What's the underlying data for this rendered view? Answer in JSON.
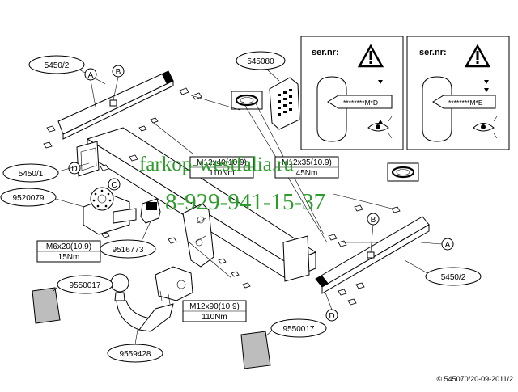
{
  "parts": {
    "p545080": "545080",
    "p5450_2_top": "5450/2",
    "p5450_1": "5450/1",
    "p9520079": "9520079",
    "p9516773": "9516773",
    "p9550017_left": "9550017",
    "p9559428": "9559428",
    "p9550017_right": "9550017",
    "p5450_2_right": "5450/2"
  },
  "letters": {
    "a_top": "A",
    "b_top": "B",
    "c": "C",
    "d_left": "D",
    "b_right": "B",
    "a_right": "A",
    "d_right": "D"
  },
  "bolts": {
    "m12x40": "M12x40(10.9)",
    "m12x40_torque": "110Nm",
    "m12x35": "M12x35(10.9)",
    "m12x35_torque": "45Nm",
    "m6x20": "M6x20(10.9)",
    "m6x20_torque": "15Nm",
    "m12x90": "M12x90(10.9)",
    "m12x90_torque": "110Nm"
  },
  "sernr": {
    "left_title": "ser.nr:",
    "left_code": "********M*D",
    "right_title": "ser.nr:",
    "right_code": "********M*E"
  },
  "watermark": {
    "site": "farkop-westfalia.ru",
    "phone": "8-929-941-15-37"
  },
  "copyright": "© 545070/20-09-2011/2",
  "colors": {
    "watermark": "#2c9c2a"
  }
}
